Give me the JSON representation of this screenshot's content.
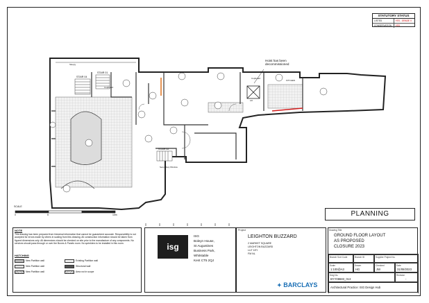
{
  "statutory_status": {
    "title": "STATUTORY STATUS",
    "rows": [
      {
        "label": "LISTED",
        "value": "YES - GRADE II"
      },
      {
        "label": "CONSERVATION",
        "value": "YES"
      }
    ]
  },
  "plan_labels": {
    "hoist_note": "Hoist has been decommissioned",
    "stair_04": "STAIR 04",
    "stair_01": "STAIR 01",
    "stair_02": "STAIR 02",
    "cupboard_1": "Cupboard",
    "cupboard_2": "Cupboard",
    "kitchen": "KITCHEN",
    "secondary_window": "Secondary Window",
    "sleepy": "Sleepy",
    "lift": "Lift"
  },
  "scale_bar": {
    "label": "SCALE",
    "ticks": [
      "0",
      "5",
      "10m"
    ]
  },
  "planning_stamp": "PLANNING",
  "notes": {
    "title": "NOTE",
    "text": "This drawing has been prepared from historical information that cannot be guaranteed accurate. Responsibility is not accepted for errors made by others in scaling from this drawing. All construction information should be taken from figured dimensions only. All dimensions should be checked on site prior to the manufacture of any components. No services should pass through or over the Boxes & Panels room. No sprinklers to be installed in this room.",
    "hatching_title": "HATCHING",
    "legend": [
      {
        "label": "New Partition wall",
        "col": 0
      },
      {
        "label": "New Partition wall",
        "col": 0
      },
      {
        "label": "New Partition wall",
        "col": 0
      },
      {
        "label": "Existing Partition wall",
        "col": 1
      },
      {
        "label": "Structural wall",
        "col": 1
      },
      {
        "label": "Area not in scope",
        "col": 1
      }
    ]
  },
  "contractor": {
    "logo_text": "isg",
    "name": "ISG",
    "address": [
      "Boleyn House,",
      "St Augustines",
      "Business Park,",
      "Whitstable",
      "Kent CT5 2QJ"
    ]
  },
  "project": {
    "label": "Project",
    "name": "LEIGHTON BUZZARD",
    "address": [
      "2 MARKET SQUARE",
      "LEIGHTON BUZZARD",
      "LU7 1EY",
      "FM NL"
    ],
    "client_logo": "BARCLAYS"
  },
  "title_block": {
    "drawing_title_label": "Drawing Title",
    "drawing_title": [
      "GROUND FLOOR LAYOUT",
      "AS PROPOSED",
      "CLOSURE 2023"
    ],
    "branch_sort_code_label": "Branch Sort Code",
    "branch_id_label": "Branch ID",
    "supplier_project_no_label": "Supplier Project No.",
    "scale_label": "Scale",
    "scale_value": "1:100@A3",
    "drawn_label": "Drawn",
    "drawn_value": "HG",
    "checked_label": "Checked",
    "checked_value": "JW",
    "date_label": "Date",
    "date_value": "31/08/2023",
    "dwg_no_label": "Dwg No.",
    "dwg_no_value": "BYY08683_013",
    "revision_label": "Revision",
    "revision_value": "-",
    "architectural_practice": "Architectural Practice: ISG Design Hub"
  },
  "colors": {
    "line": "#222222",
    "red_wall": "#d11a1a",
    "orange_wall": "#e07a2a",
    "hatch": "#bdbdbd",
    "client_blue": "#1a6fb5"
  }
}
